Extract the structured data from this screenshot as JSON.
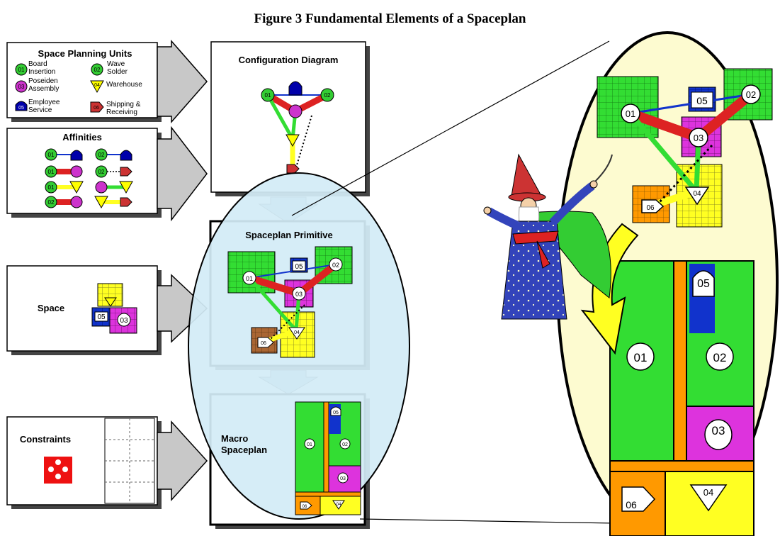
{
  "figure": {
    "title": "Figure 3 Fundamental Elements of a Spaceplan"
  },
  "panels": {
    "units": {
      "title": "Space Planning Units",
      "items": [
        {
          "num": "01",
          "label_line1": "Board",
          "label_line2": "Insertion",
          "color": "#33cc33",
          "icon": "circle-icon"
        },
        {
          "num": "02",
          "label_line1": "Wave",
          "label_line2": "Solder",
          "color": "#33cc33",
          "icon": "circle-icon"
        },
        {
          "num": "03",
          "label_line1": "Poseiden",
          "label_line2": "Assembly",
          "color": "#cc33cc",
          "icon": "circle-icon"
        },
        {
          "num": "04",
          "label_line1": "Warehouse",
          "label_line2": "",
          "color": "#ffff00",
          "icon": "triangle-icon"
        },
        {
          "num": "05",
          "label_line1": "Employee",
          "label_line2": "Service",
          "color": "#0000aa",
          "icon": "dome-icon"
        },
        {
          "num": "06",
          "label_line1": "Shipping &",
          "label_line2": "Receiving",
          "color": "#cc3333",
          "icon": "arrow-tag-icon"
        }
      ]
    },
    "affinities": {
      "title": "Affinities"
    },
    "space": {
      "title": "Space"
    },
    "constraints": {
      "title": "Constraints"
    },
    "configuration": {
      "title": "Configuration Diagram"
    },
    "primitive": {
      "title": "Spaceplan Primitive"
    },
    "macro": {
      "title_line1": "Macro",
      "title_line2": "Spaceplan"
    }
  },
  "labels": {
    "n01": "01",
    "n02": "02",
    "n03": "03",
    "n04": "04",
    "n05": "05",
    "n06": "06"
  },
  "colors": {
    "green": "#33dd33",
    "magenta": "#dd33dd",
    "yellow": "#ffff22",
    "blue": "#1133cc",
    "orange": "#ff9900",
    "brown": "#aa6633",
    "red": "#dd2222",
    "light_blue": "#d3ecf6",
    "light_yellow": "#fdfbd0",
    "arrow_gray": "#c8c8c8"
  }
}
